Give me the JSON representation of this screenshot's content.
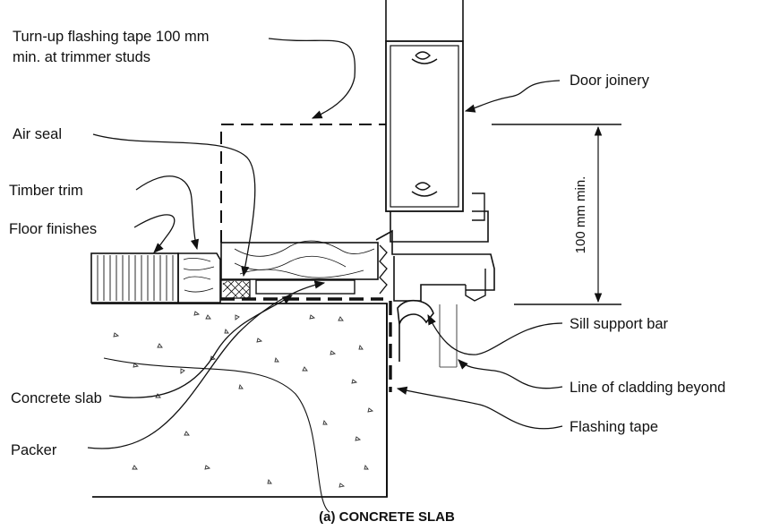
{
  "diagram": {
    "caption": "(a) CONCRETE SLAB",
    "dimension_label": "100 mm min.",
    "labels": {
      "turn_up_line1": "Turn-up flashing tape 100 mm",
      "turn_up_line2": "min. at trimmer studs",
      "air_seal": "Air seal",
      "timber_trim": "Timber trim",
      "floor_finishes": "Floor finishes",
      "concrete_slab": "Concrete slab",
      "packer": "Packer",
      "door_joinery": "Door joinery",
      "sill_support_bar": "Sill support bar",
      "line_of_cladding": "Line of cladding beyond",
      "flashing_tape": "Flashing tape"
    }
  }
}
